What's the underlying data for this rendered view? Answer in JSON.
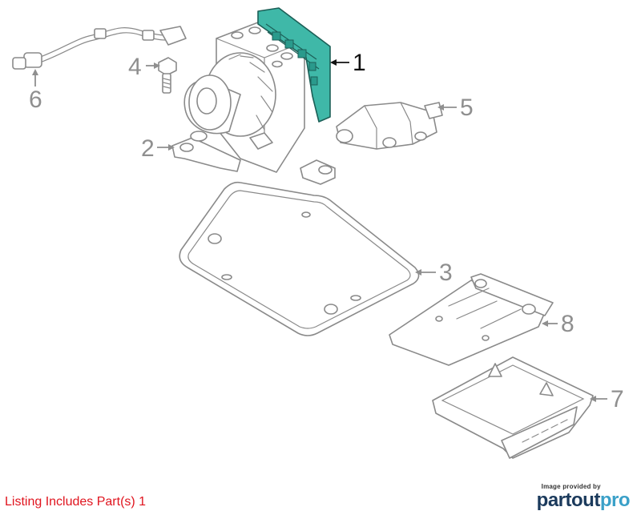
{
  "callouts": [
    {
      "id": "1",
      "label": "1",
      "highlighted": true
    },
    {
      "id": "2",
      "label": "2",
      "highlighted": false
    },
    {
      "id": "3",
      "label": "3",
      "highlighted": false
    },
    {
      "id": "4",
      "label": "4",
      "highlighted": false
    },
    {
      "id": "5",
      "label": "5",
      "highlighted": false
    },
    {
      "id": "6",
      "label": "6",
      "highlighted": false
    },
    {
      "id": "7",
      "label": "7",
      "highlighted": false
    },
    {
      "id": "8",
      "label": "8",
      "highlighted": false
    }
  ],
  "footer": {
    "listing_text": "Listing Includes Part(s) 1"
  },
  "credit": {
    "provided_by": "Image provided by",
    "brand_part1": "partout",
    "brand_part2": "pro"
  },
  "colors": {
    "highlight": "#3fb8a8",
    "listing_text": "#e0141e",
    "brand": "#1b3a5c",
    "brand_accent": "#3aa0c8"
  }
}
